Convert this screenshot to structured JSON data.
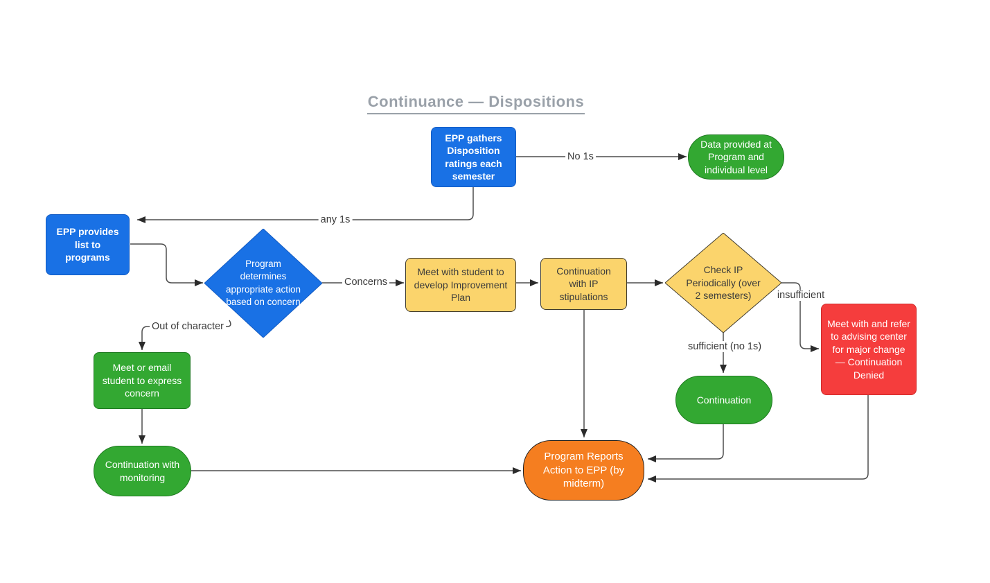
{
  "title": "Continuance — Dispositions",
  "nodes": {
    "gather": "EPP gathers Disposition ratings each semester",
    "data_provided": "Data provided at Program and individual level",
    "provides_list": "EPP provides list to programs",
    "determine": "Program determines appropriate action based on concern",
    "improvement_plan": "Meet with student to develop Improvement Plan",
    "continuation_ip": "Continuation with IP stipulations",
    "check_ip": "Check IP Periodically (over 2 semesters)",
    "denied": "Meet with and refer to advising center for major change — Continuation Denied",
    "continuation": "Continuation",
    "meet_email": "Meet or email student to express concern",
    "continuation_monitoring": "Continuation with monitoring",
    "reports": "Program Reports Action to EPP  (by midterm)"
  },
  "edge_labels": {
    "no_1s": "No 1s",
    "any_1s": "any 1s",
    "concerns": "Concerns",
    "out_of_character": "Out of character",
    "insufficient": "insufficient",
    "sufficient": "sufficient (no 1s)"
  },
  "colors": {
    "blue": "#1971e5",
    "green": "#33a832",
    "yellow": "#fbd46c",
    "red": "#f53d3d",
    "orange": "#f57e20",
    "line": "#4d4d4d",
    "title_gray": "#9aa1a9"
  }
}
